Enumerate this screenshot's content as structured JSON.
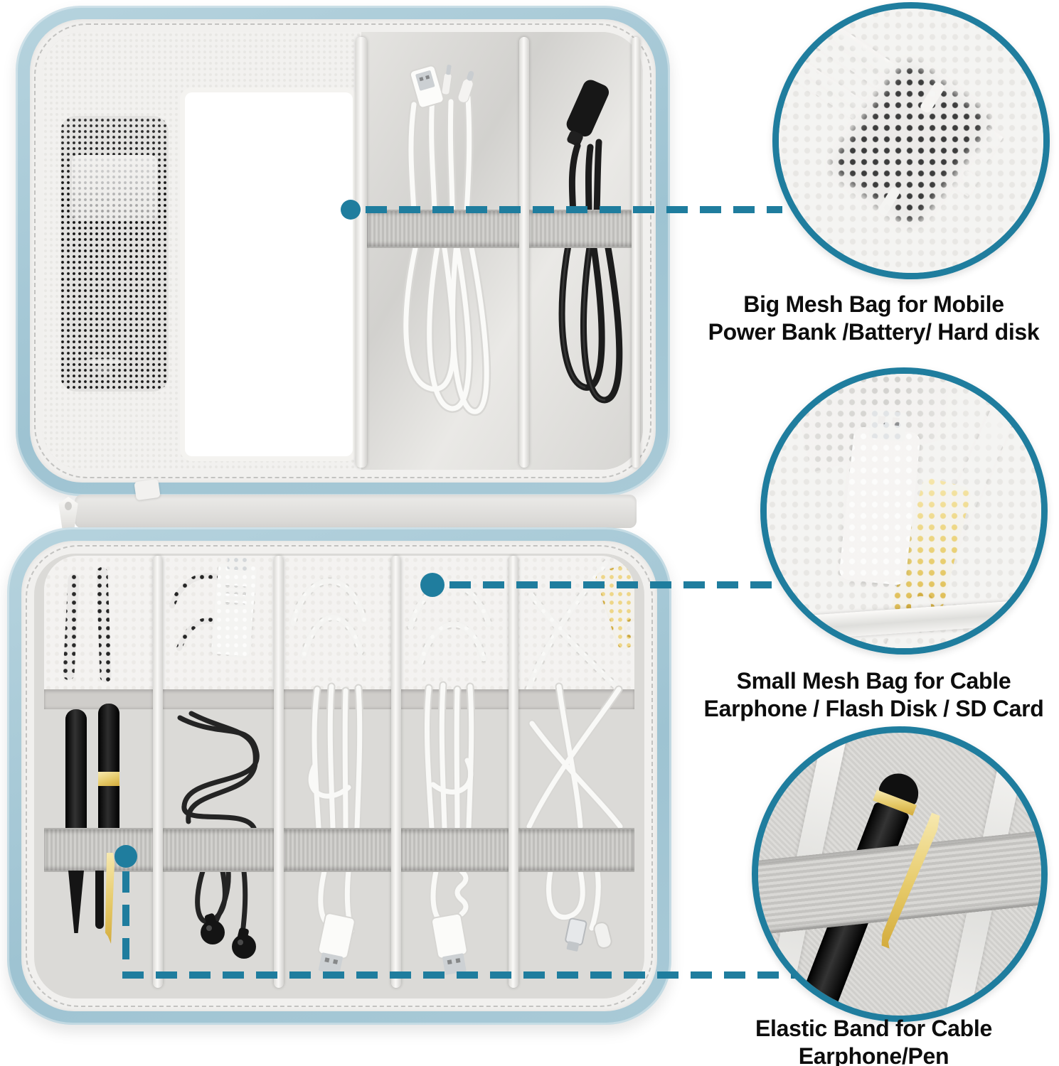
{
  "colors": {
    "accent": "#1f7d9e",
    "case_edge": "#a9cad7",
    "binding": "#f1f0ee",
    "interior": "#dbdad7",
    "band": "#c6c4c1",
    "mesh_bg": "#e8e7e4",
    "gold": "#e7c766",
    "item_black": "#1a1a1a",
    "text": "#0d0d0d"
  },
  "annotations": [
    {
      "id": "big-mesh-bag",
      "lines": [
        "Big Mesh Bag for Mobile",
        "Power Bank /Battery/ Hard disk"
      ]
    },
    {
      "id": "small-mesh-bag",
      "lines": [
        "Small Mesh Bag for Cable",
        "Earphone / Flash Disk / SD Card"
      ]
    },
    {
      "id": "elastic-band",
      "lines": [
        "Elastic Band for Cable",
        "Earphone/Pen"
      ]
    }
  ]
}
